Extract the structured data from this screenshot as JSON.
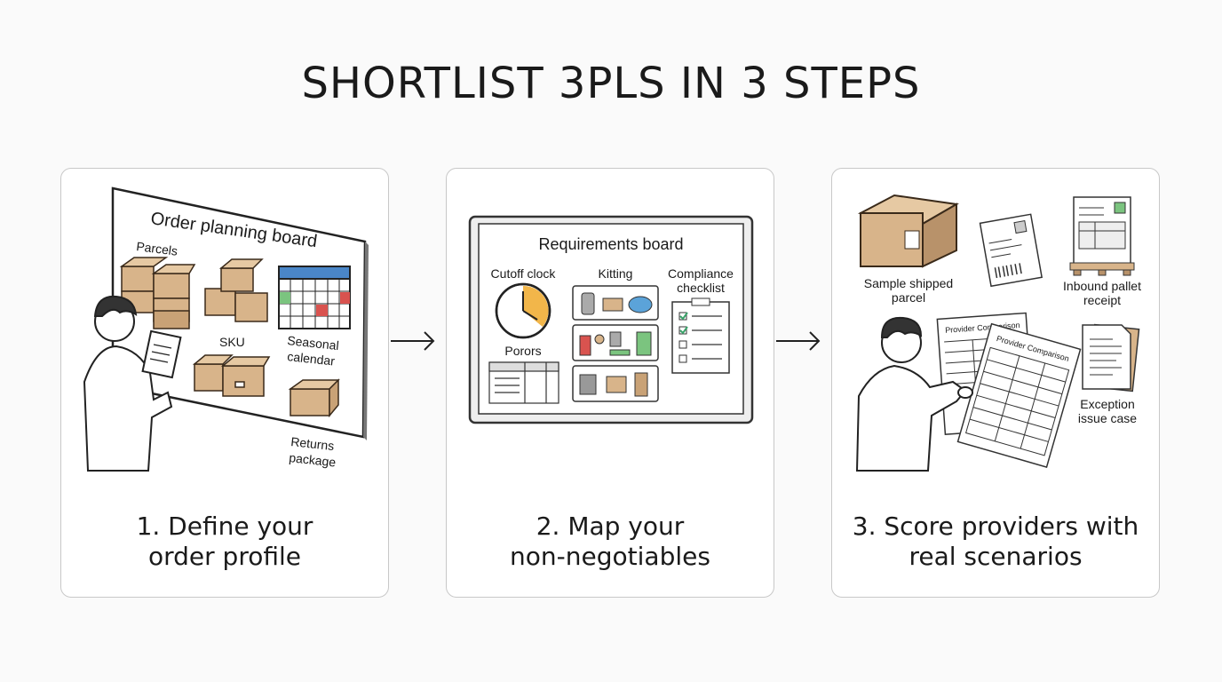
{
  "title": "SHORTLIST 3PLS IN 3 STEPS",
  "steps": [
    {
      "caption_line1": "1. Define your",
      "caption_line2": "order profile",
      "board_title": "Order planning board",
      "labels": {
        "parcels": "Parcels",
        "sku": "SKU",
        "seasonal_line1": "Seasonal",
        "seasonal_line2": "calendar",
        "returns_line1": "Returns",
        "returns_line2": "package"
      }
    },
    {
      "caption_line1": "2. Map your",
      "caption_line2": "non-negotiables",
      "board_title": "Requirements board",
      "labels": {
        "cutoff": "Cutoff clock",
        "kitting": "Kitting",
        "compliance_line1": "Compliance",
        "compliance_line2": "checklist",
        "porors": "Porors"
      }
    },
    {
      "caption_line1": "3. Score providers with",
      "caption_line2": "real scenarios",
      "labels": {
        "parcel_line1": "Sample shipped",
        "parcel_line2": "parcel",
        "pallet_line1": "Inbound pallet",
        "pallet_line2": "receipt",
        "exception_line1": "Exception",
        "exception_line2": "issue case",
        "comparison": "Provider Comparison"
      }
    }
  ],
  "colors": {
    "box": "#d8b48a",
    "box_dark": "#b8926a",
    "clock_accent": "#f2b64a",
    "check": "#3aa36a",
    "calendar_blue": "#4a86c8",
    "red_item": "#d9534f",
    "blue_item": "#5ba3d9",
    "green_item": "#7bc47f"
  }
}
